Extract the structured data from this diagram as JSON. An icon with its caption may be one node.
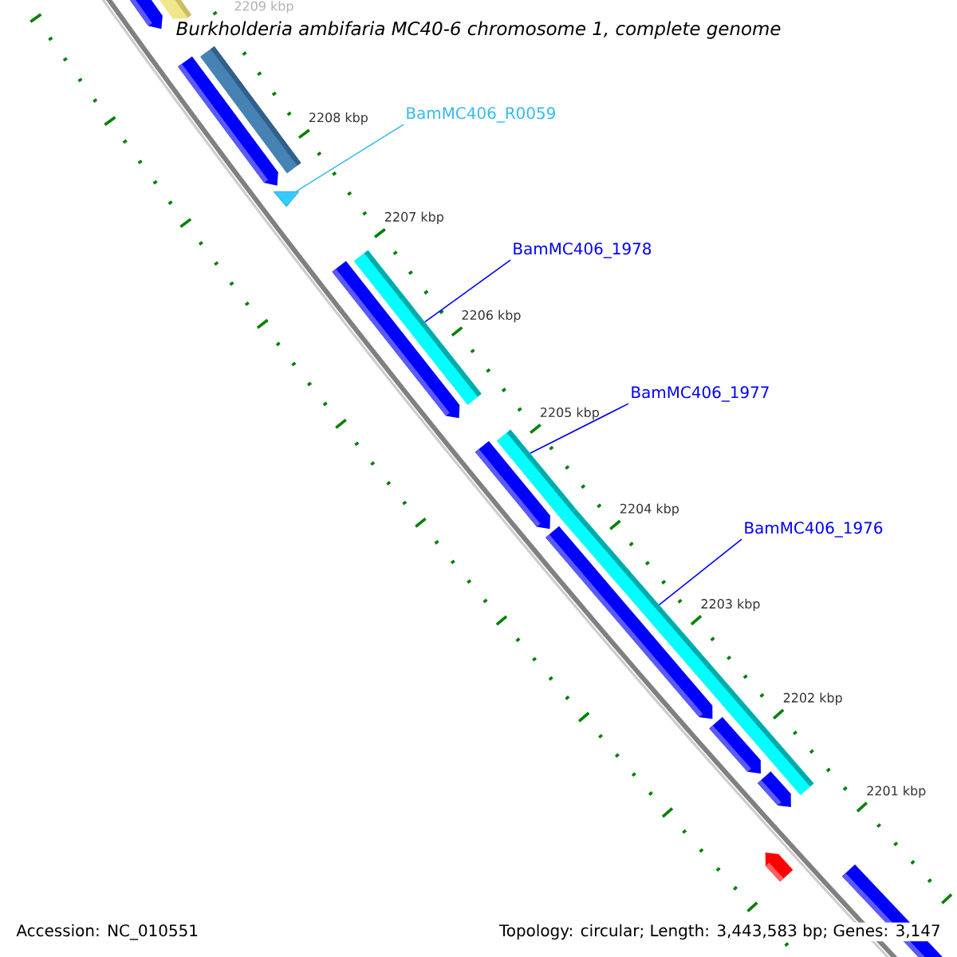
{
  "diagram": {
    "title": "Burkholderia ambifaria MC40-6 chromosome 1, complete genome",
    "nodes": [
      {
        "text": [
          "BamMC406_R0059"
        ]
      },
      {
        "text": [],
        "shape": "triangle"
      },
      {
        "text": [
          "BamMC406_1978"
        ]
      },
      {
        "text": [],
        "shape": "bar"
      },
      {
        "text": [
          "BamMC406_1977"
        ]
      },
      {
        "text": [],
        "shape": "bar"
      },
      {
        "text": [
          "BamMC406_1976"
        ]
      },
      {
        "text": [],
        "shape": "bar"
      }
    ],
    "edges": [
      {
        "from": 0,
        "to": 1,
        "arrow": "none",
        "color": "#33bbee"
      },
      {
        "from": 2,
        "to": 3,
        "arrow": "none"
      },
      {
        "from": 4,
        "to": 5,
        "arrow": "none"
      },
      {
        "from": 6,
        "to": 7,
        "arrow": "none"
      }
    ],
    "labels": [
      "2209 kbp",
      "2208 kbp",
      "2207 kbp",
      "2206 kbp",
      "2205 kbp",
      "2204 kbp",
      "2203 kbp",
      "2202 kbp",
      "2201 kbp",
      "Accession: NC_010551",
      "Topology: circular; Length: 3,443,583 bp; Genes: 3,147"
    ]
  }
}
